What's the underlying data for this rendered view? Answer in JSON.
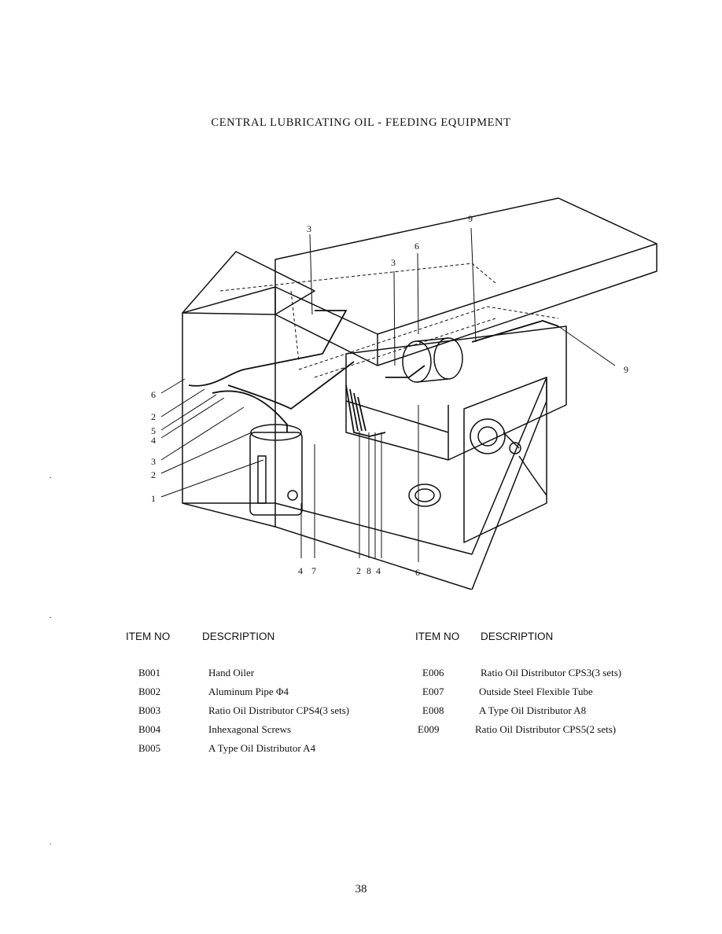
{
  "title": "CENTRAL LUBRICATING OIL - FEEDING EQUIPMENT",
  "figure": {
    "callouts": [
      "3",
      "3",
      "6",
      "9",
      "9",
      "6",
      "2",
      "5",
      "4",
      "3",
      "2",
      "1",
      "4",
      "7",
      "2",
      "8",
      "4",
      "6"
    ]
  },
  "table": {
    "left": {
      "header_item": "ITEM NO",
      "header_desc": "DESCRIPTION",
      "rows": [
        {
          "item": "B001",
          "desc": "Hand Oiler"
        },
        {
          "item": "B002",
          "desc": "Aluminum Pipe  Φ4"
        },
        {
          "item": "B003",
          "desc": "Ratio Oil Distributor CPS4(3 sets)"
        },
        {
          "item": "B004",
          "desc": "Inhexagonal Screws"
        },
        {
          "item": "B005",
          "desc": "A Type Oil Distributor A4"
        }
      ]
    },
    "right": {
      "header_item": "ITEM NO",
      "header_desc": "DESCRIPTION",
      "rows": [
        {
          "item": "E006",
          "desc": "Ratio Oil Distributor CPS3(3 sets)"
        },
        {
          "item": "E007",
          "desc": "Outside Steel Flexible Tube"
        },
        {
          "item": "E008",
          "desc": "A Type Oil Distributor A8"
        },
        {
          "item": "E009",
          "desc": "Ratio Oil Distributor CPS5(2 sets)"
        }
      ]
    }
  },
  "page_number": "38"
}
